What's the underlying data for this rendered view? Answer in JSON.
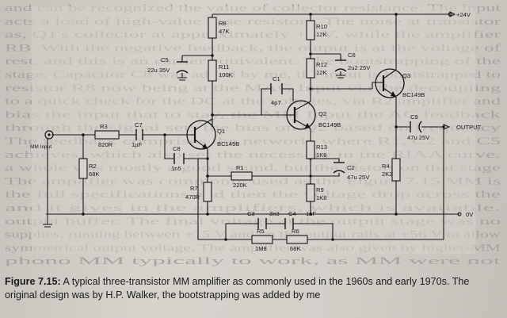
{
  "background_text": [
    "and can be recognized the value of collector resistance. The input",
    "acts a load of high-value base resistors. The noise at transistor",
    "as, Q1's collector at approximately +6 V, while the amplifier",
    "RB. With the negative feedback, the output is at the voltage of",
    "rest, and this is an earlier equivalent. The bootstrapping of the",
    "stage. Capacitor C8 was added by me, the input is bootstrapped to",
    "resistor R8 now being at the MAG Input via the decoupling",
    "to a quick check for the DC at the voltages, via R2 amplifier and",
    "bias the input that to stay, the MM Input the AC feedback",
    "through the signal sets the bias on Q2 based on frequency",
    "The feedback comprises the network, where R1, C2 and C5",
    "achieves, which also set the necessary in the RIAA curve.",
    "a whole was mostly a good sound, but the distortion that stage",
    "The amplifier was commonly used as the Figure 7.15 MM is",
    "the full specifications and then the voltage drop across the",
    "and it gives in the amplifiers, which is available.",
    "output buffer. The final voltage at the output stage was no",
    "supplies, running between +15 V and on the output rails at +56 V to allow",
    "symmetrical output voltage. The amplifier was also given by higher-MM",
    "phono MM typically to work, as MM were not"
  ],
  "components": {
    "R8": {
      "name": "R8",
      "value": "47K"
    },
    "R10": {
      "name": "R10",
      "value": "12K"
    },
    "R11": {
      "name": "R11",
      "value": "100K"
    },
    "R12": {
      "name": "R12",
      "value": "12K"
    },
    "C5": {
      "name": "C5",
      "value": "22u 35V"
    },
    "C6": {
      "name": "C6",
      "value": "2u2 25V"
    },
    "C1": {
      "name": "C1",
      "value": "4p7"
    },
    "Q1": {
      "name": "Q1",
      "value": "BC149B"
    },
    "Q2": {
      "name": "Q2",
      "value": "BC149B"
    },
    "Q3": {
      "name": "Q3",
      "value": "BC149B"
    },
    "R3": {
      "name": "R3",
      "value": "820R"
    },
    "C7": {
      "name": "C7",
      "value": "1µF"
    },
    "R2": {
      "name": "R2",
      "value": "68K"
    },
    "C8": {
      "name": "C8",
      "value": "1n5"
    },
    "R1": {
      "name": "R1",
      "value": "220K"
    },
    "R7": {
      "name": "R7",
      "value": "470R"
    },
    "R13": {
      "name": "R13",
      "value": "1K8"
    },
    "C2": {
      "name": "C2",
      "value": "47u 25V"
    },
    "R9": {
      "name": "R9",
      "value": "1K8"
    },
    "R4": {
      "name": "R4",
      "value": "2K2"
    },
    "C9": {
      "name": "C9",
      "value": "47u 25V"
    },
    "C3": {
      "name": "C3",
      "value": "3n3"
    },
    "C4": {
      "name": "C4",
      "value": "1nF"
    },
    "R5": {
      "name": "R5",
      "value": "1M8"
    },
    "R6": {
      "name": "R6",
      "value": "68K"
    }
  },
  "rails": {
    "positive": "+24V",
    "ground": "0V"
  },
  "io": {
    "input": "MM Input",
    "output": "OUTPUT"
  },
  "caption": {
    "figure_label": "Figure 7.15:",
    "text": " A typical three-transistor MM amplifier as commonly used in the 1960s and early 1970s. The original design was by H.P. Walker, the bootstrapping was added by me"
  }
}
